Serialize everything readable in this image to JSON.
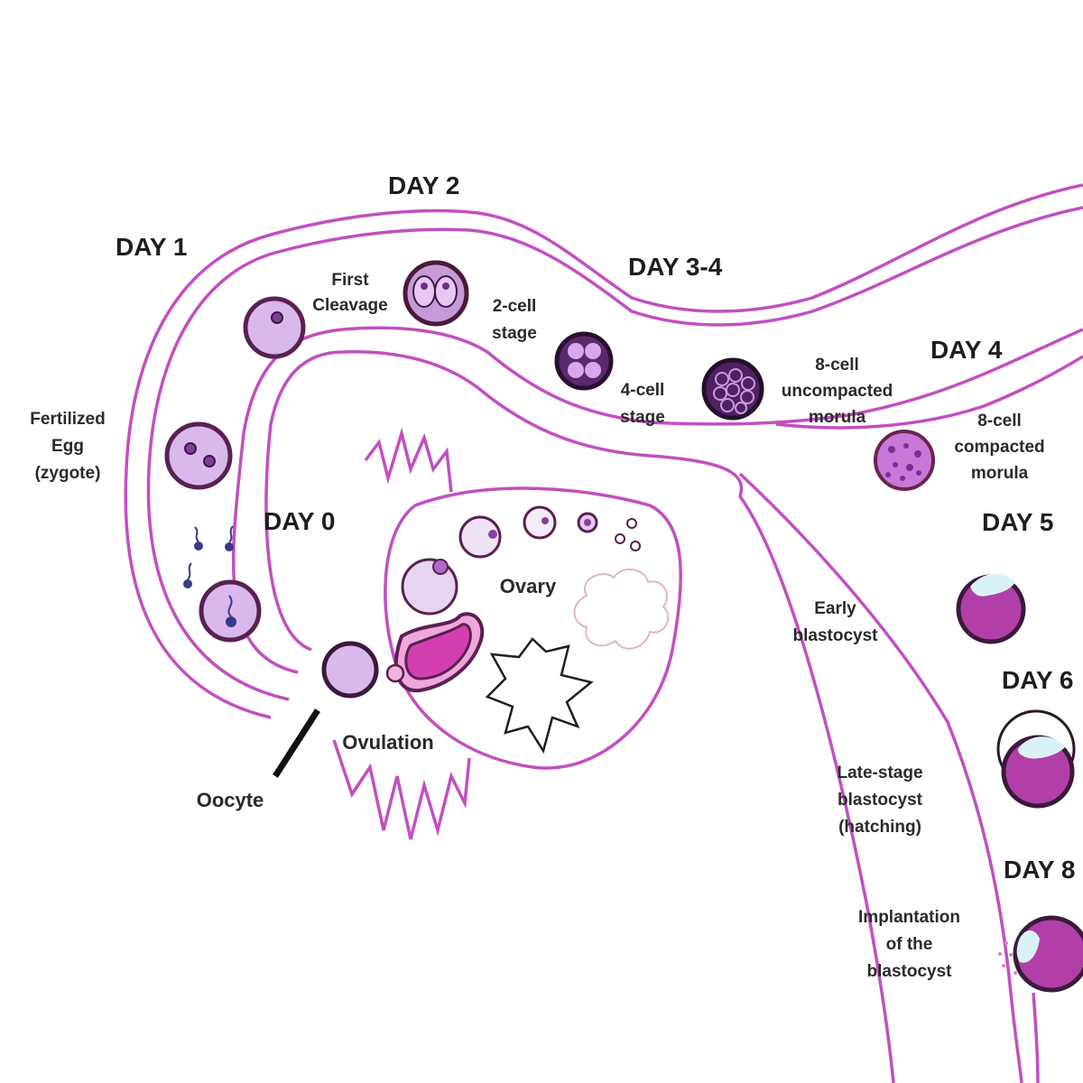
{
  "days": {
    "day0": "DAY 0",
    "day1": "DAY 1",
    "day2": "DAY 2",
    "day34": "DAY 3-4",
    "day4": "DAY 4",
    "day5": "DAY 5",
    "day6": "DAY 6",
    "day8": "DAY 8"
  },
  "labels": {
    "fertilized_egg": [
      "Fertilized",
      "Egg",
      "(zygote)"
    ],
    "first_cleavage": [
      "First",
      "Cleavage"
    ],
    "two_cell": [
      "2-cell",
      "stage"
    ],
    "four_cell": [
      "4-cell",
      "stage"
    ],
    "eight_cell_uncompacted": [
      "8-cell",
      "uncompacted",
      "morula"
    ],
    "eight_cell_compacted": [
      "8-cell",
      "compacted",
      "morula"
    ],
    "early_blastocyst": [
      "Early",
      "blastocyst"
    ],
    "late_blastocyst": [
      "Late-stage",
      "blastocyst",
      "(hatching)"
    ],
    "implantation": [
      "Implantation",
      "of the",
      "blastocyst"
    ],
    "ovary": "Ovary",
    "ovulation": "Ovulation",
    "oocyte": "Oocyte"
  },
  "colors": {
    "duct": "#c24fc0",
    "cell_fill": "#d9b8ec",
    "cell_outline": "#5a2050",
    "blastocyst": "#b23fa8",
    "corpus": "#d33fb0"
  }
}
